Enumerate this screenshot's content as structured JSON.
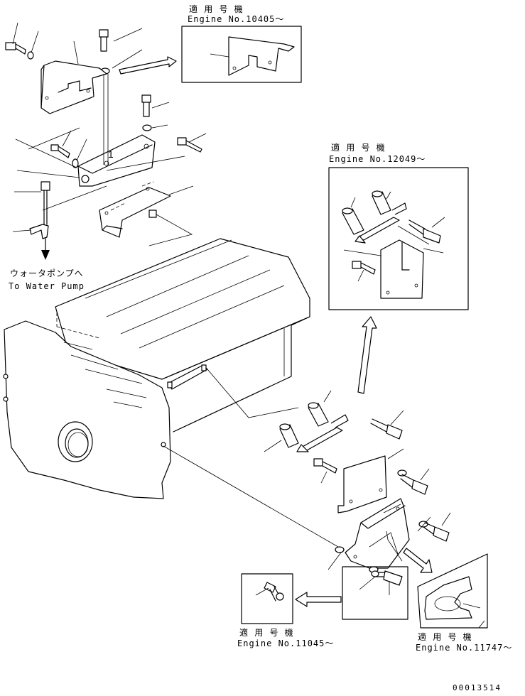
{
  "inset_10405": {
    "jp": "適 用 号 機",
    "en": "Engine No.10405～"
  },
  "inset_12049": {
    "jp": "適 用 号 機",
    "en": "Engine No.12049～"
  },
  "inset_11045": {
    "jp": "適 用 号 機",
    "en": "Engine No.11045～"
  },
  "inset_11747": {
    "jp": "適 用 号 機",
    "en": "Engine No.11747～"
  },
  "water_pump": {
    "jp": "ウォータポンプへ",
    "en": "To Water Pump"
  },
  "callout_1": "1",
  "drawing_number": "00013514"
}
